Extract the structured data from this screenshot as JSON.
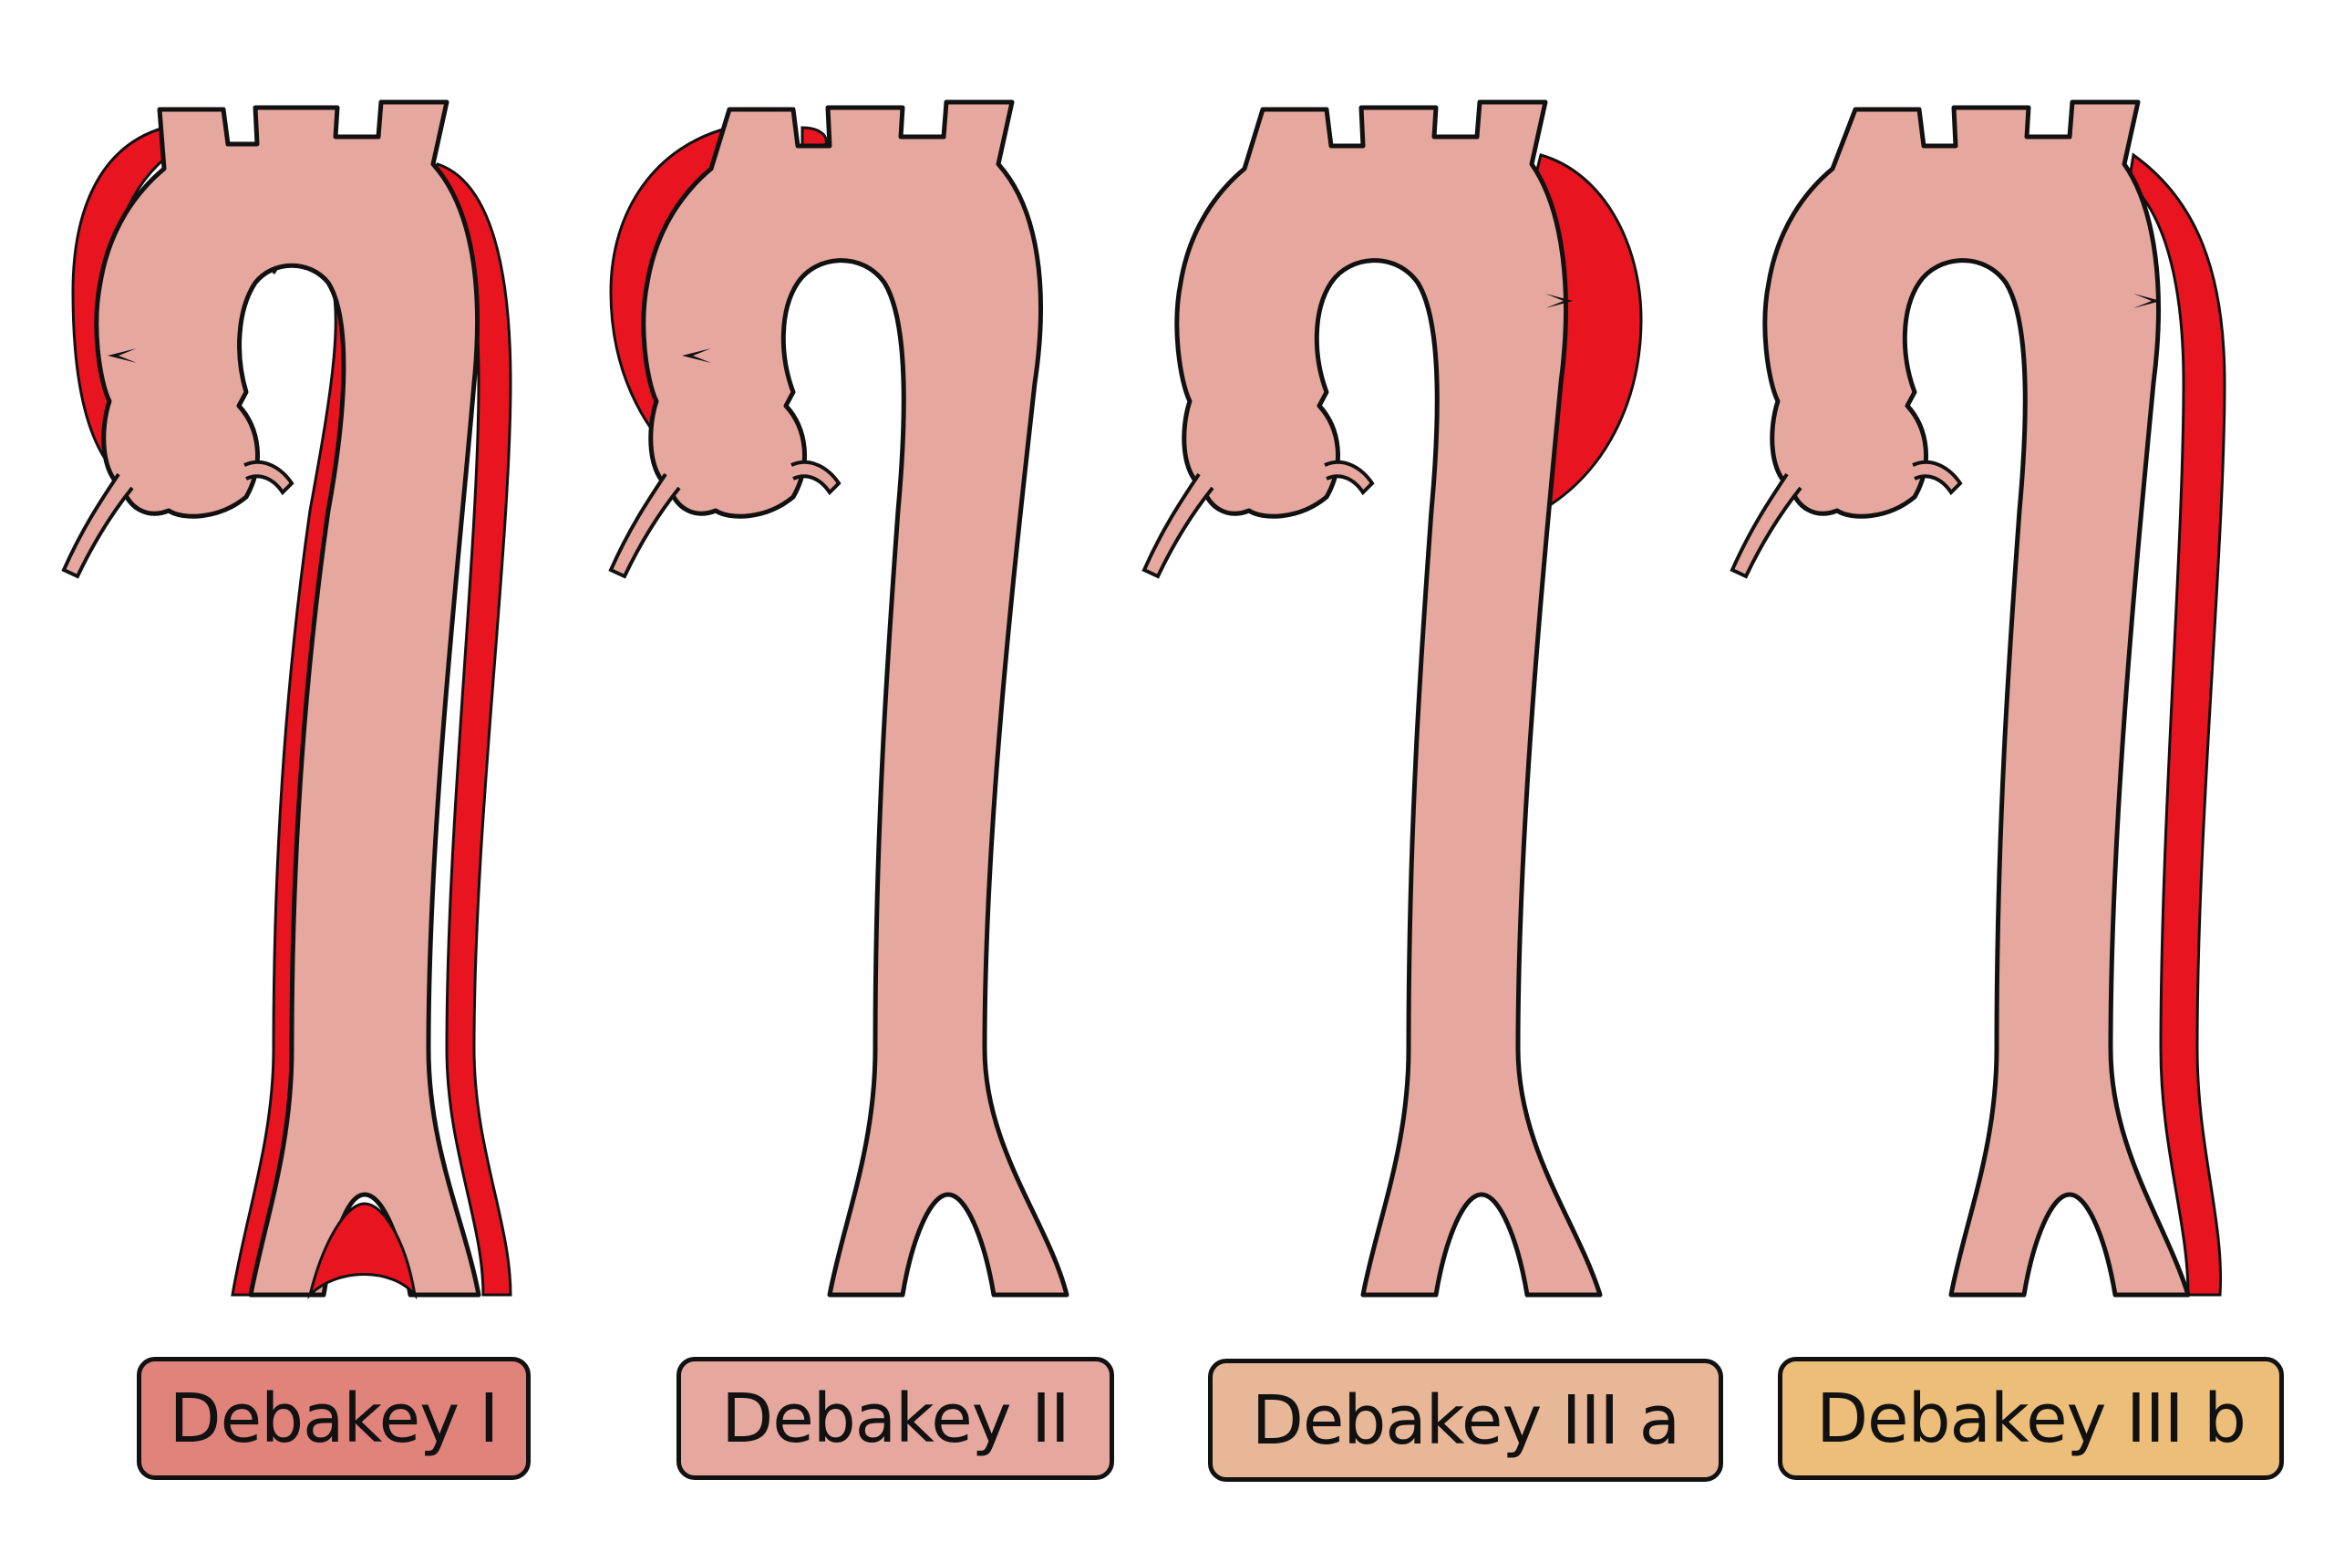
{
  "colors": {
    "aorta": "#e6a89e",
    "false_lumen": "#e8141f",
    "outline": "#111111",
    "background": "#ffffff"
  },
  "panels": [
    {
      "label": "Debakey I",
      "label_color": "#df837b",
      "extent": "full"
    },
    {
      "label": "Debakey II",
      "label_color": "#e6a89e",
      "extent": "ascending"
    },
    {
      "label": "Debakey III a",
      "label_color": "#e8b798",
      "extent": "proximal-descending"
    },
    {
      "label": "Debakey III b",
      "label_color": "#ecbe7a",
      "extent": "descending-abdominal"
    }
  ]
}
